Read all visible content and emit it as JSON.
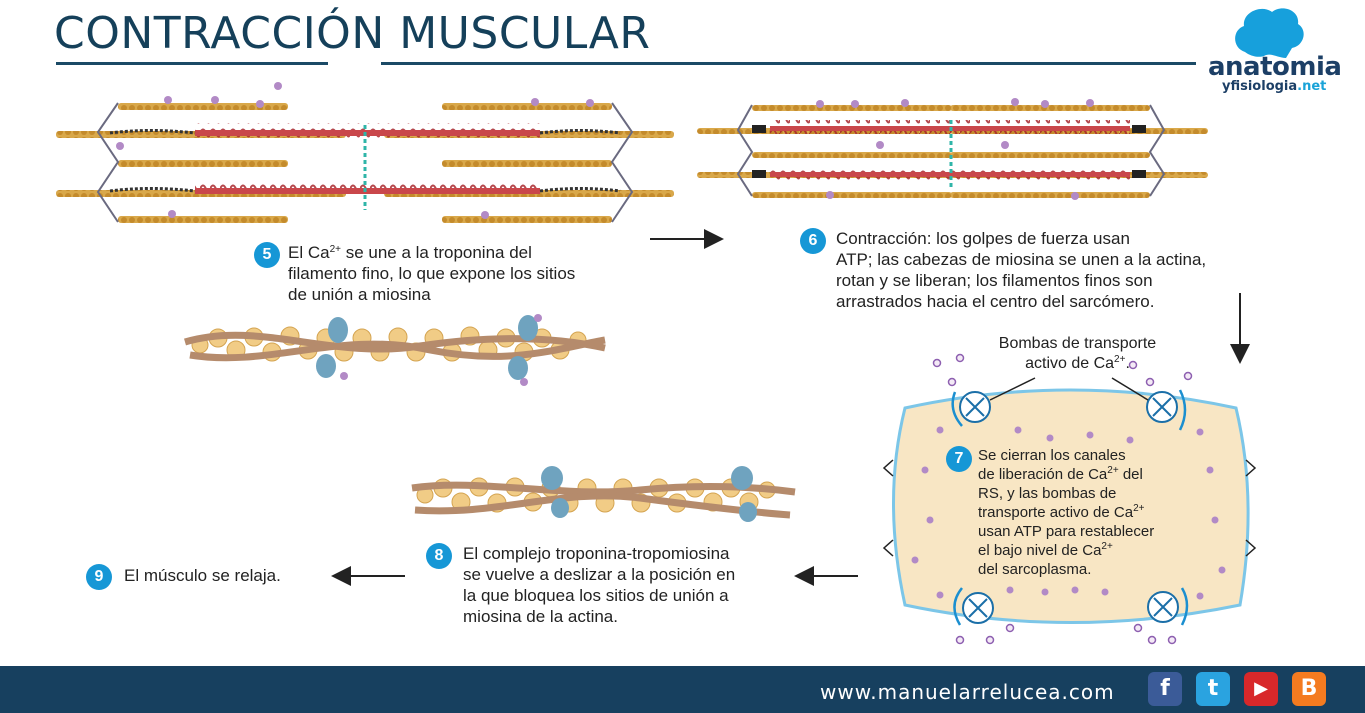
{
  "title": "CONTRACCIÓN MUSCULAR",
  "logo": {
    "word": "anatomia",
    "sub_main": "yfisiologia",
    "sub_net": ".net"
  },
  "steps": {
    "s5": {
      "num": "5",
      "l1a": "El Ca",
      "sup": "2+",
      "l1b": " se une a la troponina del",
      "l2": "filamento fino, lo que expone los sitios",
      "l3": "de unión a miosina"
    },
    "s6": {
      "num": "6",
      "l1": "Contracción: los golpes de fuerza usan",
      "l2": "ATP; las cabezas de miosina se unen a la actina,",
      "l3": "rotan y se liberan; los filamentos finos son",
      "l4": "arrastrados hacia el centro del sarcómero."
    },
    "s7": {
      "num": "7",
      "l1": "Se cierran los canales",
      "l2a": "de liberación de Ca",
      "l2b": " del",
      "l3": "RS, y las bombas de",
      "l4a": "transporte activo de Ca",
      "l5": "usan ATP para restablecer",
      "l6a": "el bajo nivel de Ca",
      "l7": "del sarcoplasma.",
      "sup": "2+"
    },
    "s8": {
      "num": "8",
      "l1": "El complejo troponina-tropomiosina",
      "l2": "se vuelve a deslizar a la posición en",
      "l3": "la que bloquea los sitios de unión a",
      "l4": "miosina de la actina."
    },
    "s9": {
      "num": "9",
      "l1": "El músculo se relaja."
    }
  },
  "pumps_label": {
    "l1": "Bombas de transporte",
    "l2a": "activo de Ca",
    "sup": "2+",
    "l2b": "."
  },
  "footer": {
    "site": "www.manuelarrelucea.com",
    "icons": [
      "facebook-icon",
      "twitter-icon",
      "youtube-icon",
      "blogger-icon"
    ],
    "icon_glyphs": [
      "f",
      "t",
      "▶",
      "B"
    ]
  },
  "colors": {
    "title": "#15405a",
    "step_badge": "#1697d6",
    "footer": "#17405f",
    "myosin": "#c9474b",
    "actin": "#c99a3a",
    "cell": "#f8e6c4",
    "calcium": "#b28ac6"
  }
}
